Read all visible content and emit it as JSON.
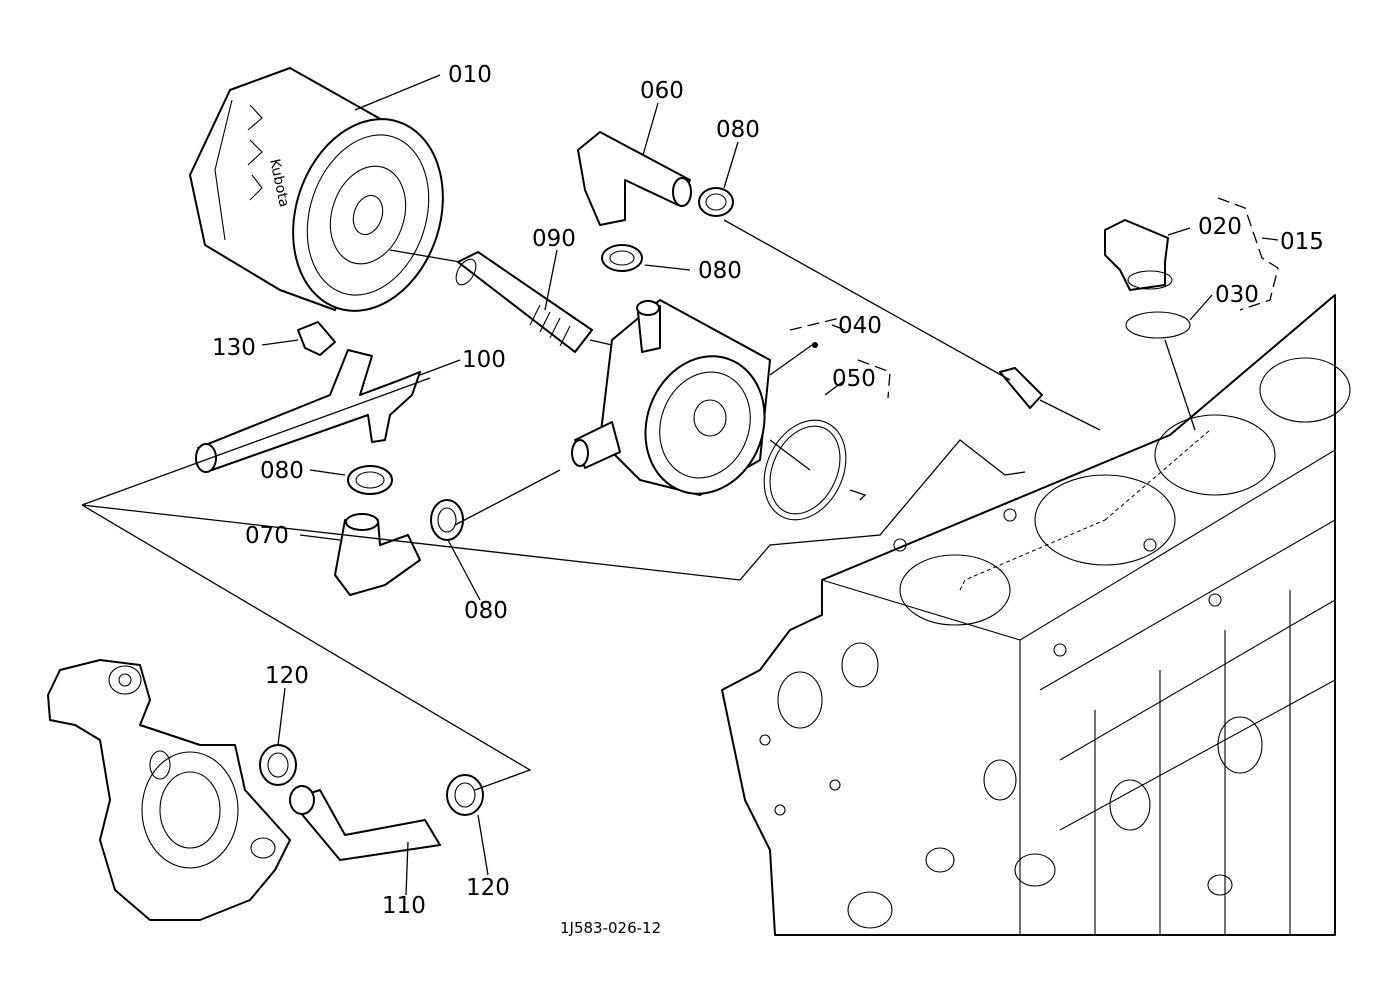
{
  "labels": {
    "p010": "010",
    "p015": "015",
    "p020": "020",
    "p030": "030",
    "p040": "040",
    "p050": "050",
    "p060": "060",
    "p070": "070",
    "p080a": "080",
    "p080b": "080",
    "p080c": "080",
    "p080d": "080",
    "p090": "090",
    "p100": "100",
    "p110": "110",
    "p120a": "120",
    "p120b": "120",
    "p130": "130"
  },
  "filter_brand": "Kubota",
  "figure_code": "1J583-026-12"
}
